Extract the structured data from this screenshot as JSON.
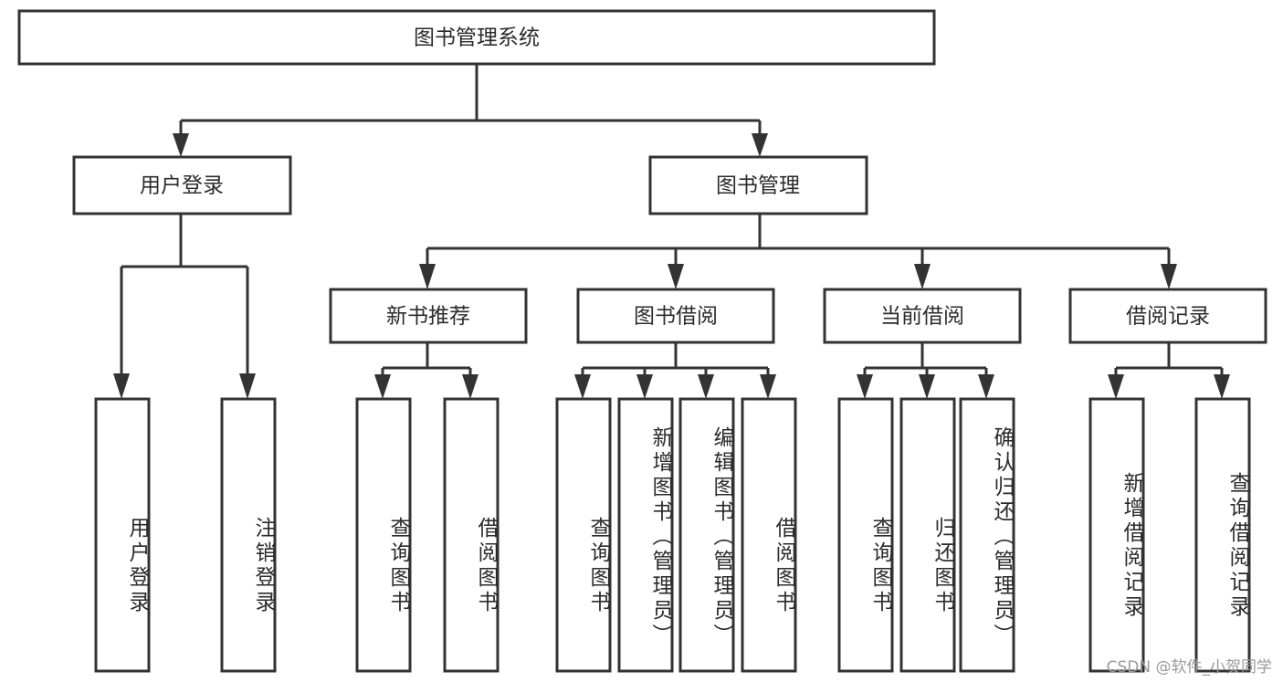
{
  "diagram": {
    "type": "tree",
    "title": "图书管理系统",
    "orientation": "top-down",
    "colors": {
      "box_stroke": "#333333",
      "box_fill": "#ffffff",
      "text": "#2b2b2b",
      "background": "#ffffff",
      "watermark": "#9a9a9a"
    },
    "root": {
      "id": "root",
      "label": "图书管理系统",
      "orientation": "horizontal"
    },
    "level2": [
      {
        "id": "user-login",
        "label": "用户登录",
        "orientation": "horizontal"
      },
      {
        "id": "book-manage",
        "label": "图书管理",
        "orientation": "horizontal"
      }
    ],
    "level3": [
      {
        "id": "new-book-recommend",
        "label": "新书推荐",
        "orientation": "horizontal",
        "parent": "book-manage"
      },
      {
        "id": "book-borrow",
        "label": "图书借阅",
        "orientation": "horizontal",
        "parent": "book-manage"
      },
      {
        "id": "current-borrow",
        "label": "当前借阅",
        "orientation": "horizontal",
        "parent": "book-manage"
      },
      {
        "id": "borrow-record",
        "label": "借阅记录",
        "orientation": "horizontal",
        "parent": "book-manage"
      }
    ],
    "leaves": [
      {
        "id": "leaf-user-login",
        "label": "用户登录",
        "parent": "user-login",
        "orientation": "vertical"
      },
      {
        "id": "leaf-user-logout",
        "label": "注销登录",
        "parent": "user-login",
        "orientation": "vertical"
      },
      {
        "id": "leaf-query-book-1",
        "label": "查询图书",
        "parent": "new-book-recommend",
        "orientation": "vertical"
      },
      {
        "id": "leaf-borrow-book-1",
        "label": "借阅图书",
        "parent": "new-book-recommend",
        "orientation": "vertical"
      },
      {
        "id": "leaf-query-book-2",
        "label": "查询图书",
        "parent": "book-borrow",
        "orientation": "vertical"
      },
      {
        "id": "leaf-add-book",
        "label": "新增图书（管理员）",
        "parent": "book-borrow",
        "orientation": "vertical"
      },
      {
        "id": "leaf-edit-book",
        "label": "编辑图书（管理员）",
        "parent": "book-borrow",
        "orientation": "vertical"
      },
      {
        "id": "leaf-borrow-book-2",
        "label": "借阅图书",
        "parent": "book-borrow",
        "orientation": "vertical"
      },
      {
        "id": "leaf-query-book-3",
        "label": "查询图书",
        "parent": "current-borrow",
        "orientation": "vertical"
      },
      {
        "id": "leaf-return-book",
        "label": "归还图书",
        "parent": "current-borrow",
        "orientation": "vertical"
      },
      {
        "id": "leaf-confirm-return",
        "label": "确认归还（管理员）",
        "parent": "current-borrow",
        "orientation": "vertical"
      },
      {
        "id": "leaf-add-record",
        "label": "新增借阅记录",
        "parent": "borrow-record",
        "orientation": "vertical"
      },
      {
        "id": "leaf-query-record",
        "label": "查询借阅记录",
        "parent": "borrow-record",
        "orientation": "vertical"
      }
    ]
  },
  "watermark": {
    "text": "CSDN @软件_小贺同学"
  }
}
